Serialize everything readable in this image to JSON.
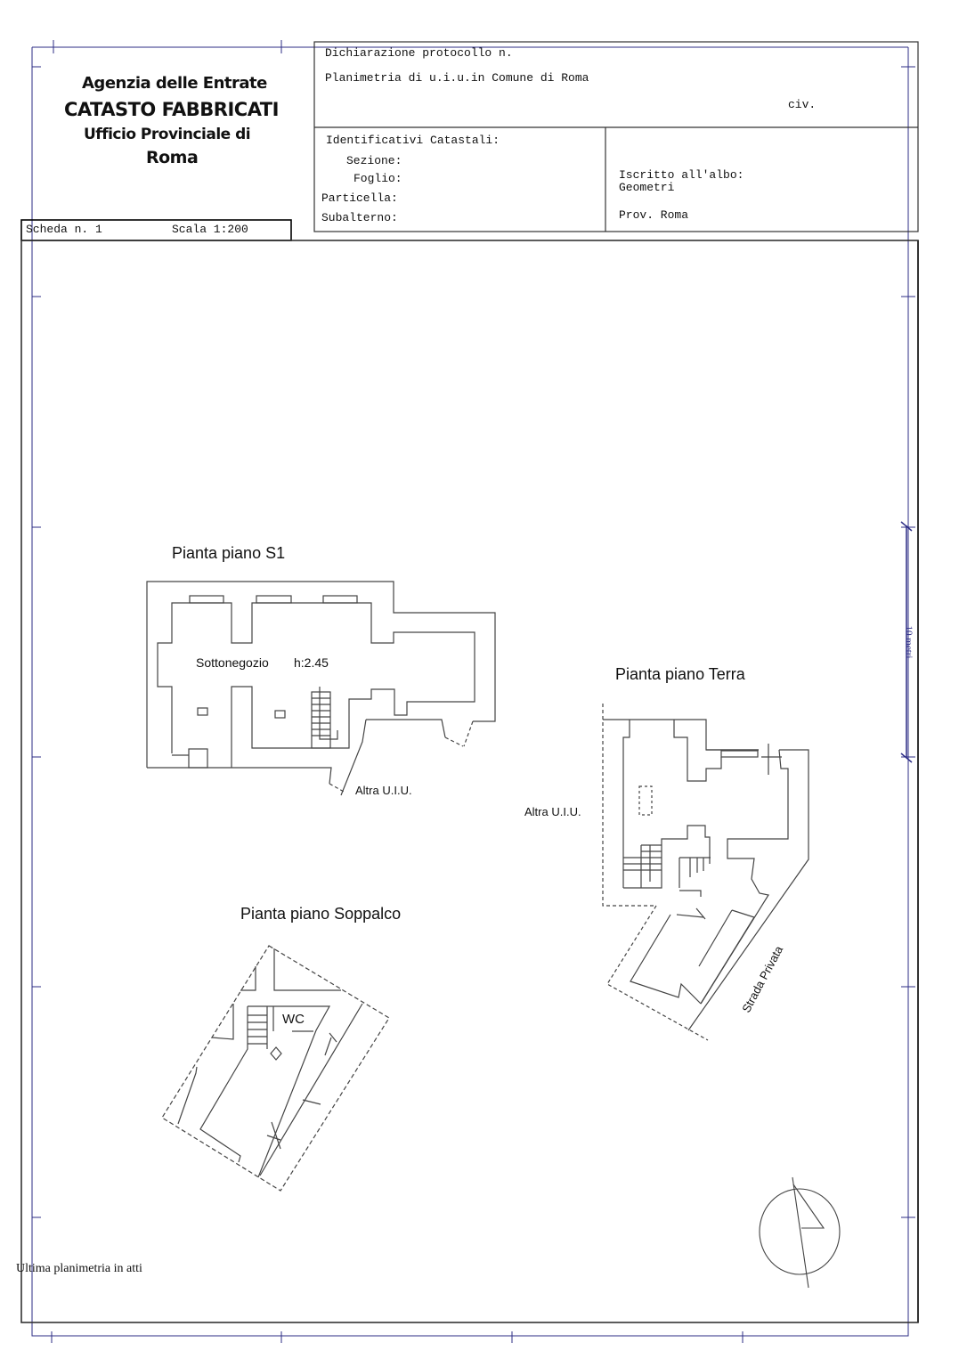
{
  "header": {
    "agency": "Agenzia delle Entrate",
    "department": "CATASTO FABBRICATI",
    "office": "Ufficio Provinciale di",
    "city": "Roma",
    "scheda": "Scheda n. 1",
    "scale": "Scala 1:200",
    "declaration": "Dichiarazione protocollo n.",
    "plan_title": "Planimetria di u.i.u.in Comune di Roma",
    "civ": "civ.",
    "identifiers_title": "Identificativi Catastali:",
    "sezione": "Sezione:",
    "foglio": "Foglio:",
    "particella": "Particella:",
    "subalterno": "Subalterno:",
    "registered": "Iscritto all'albo:",
    "profession": "Geometri",
    "province": "Prov. Roma"
  },
  "plans": {
    "s1": {
      "title": "Pianta piano S1",
      "room": "Sottonegozio",
      "height": "h:2.45",
      "neighbor": "Altra U.I.U."
    },
    "terra": {
      "title": "Pianta piano Terra",
      "neighbor": "Altra U.I.U.",
      "street": "Strada Privata"
    },
    "soppalco": {
      "title": "Pianta piano Soppalco",
      "room": "WC"
    }
  },
  "scale_bar": {
    "label": "10 metri"
  },
  "footer": {
    "note": "Ultima planimetria in atti"
  },
  "colors": {
    "frame": "#2d2d86",
    "lines": "#333333"
  }
}
